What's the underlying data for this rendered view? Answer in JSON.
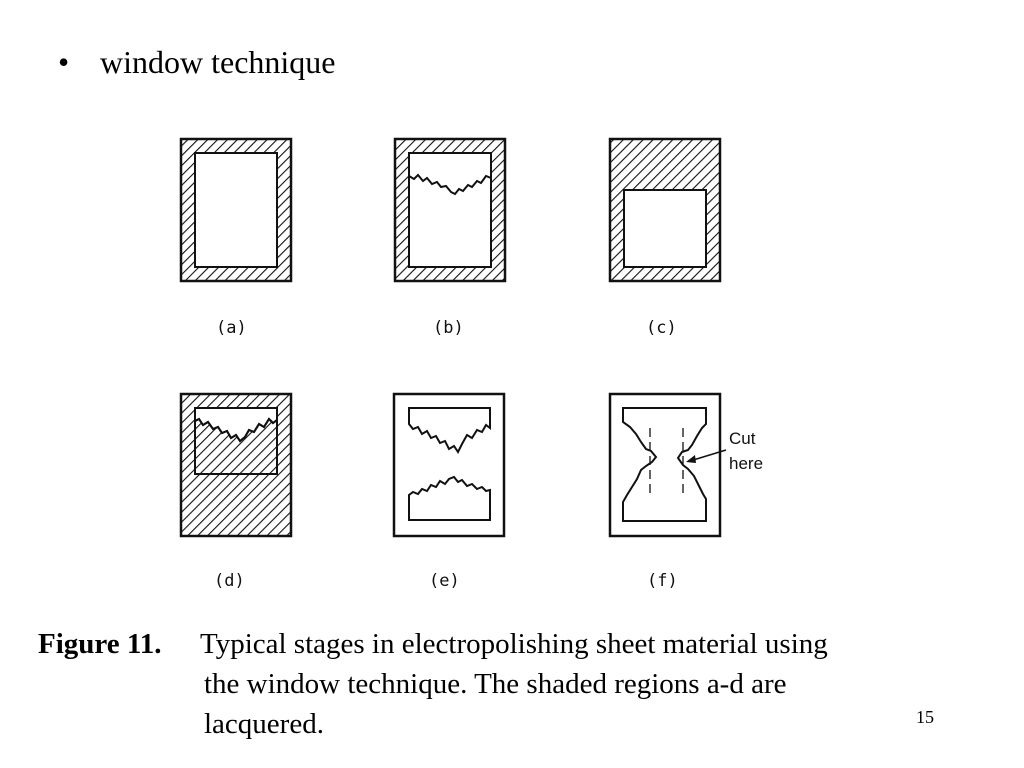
{
  "slide": {
    "bullet": {
      "marker": "•",
      "text": "window technique"
    },
    "figure": {
      "panel_labels": [
        "(a)",
        "(b)",
        "(c)",
        "(d)",
        "(e)",
        "(f)"
      ],
      "annotation": {
        "line1": "Cut",
        "line2": "here"
      }
    },
    "caption": {
      "label": "Figure 11.",
      "lines": [
        "Typical stages in electropolishing sheet material using",
        "the window technique.  The shaded regions a-d are",
        "lacquered."
      ]
    },
    "page_number": "15"
  }
}
